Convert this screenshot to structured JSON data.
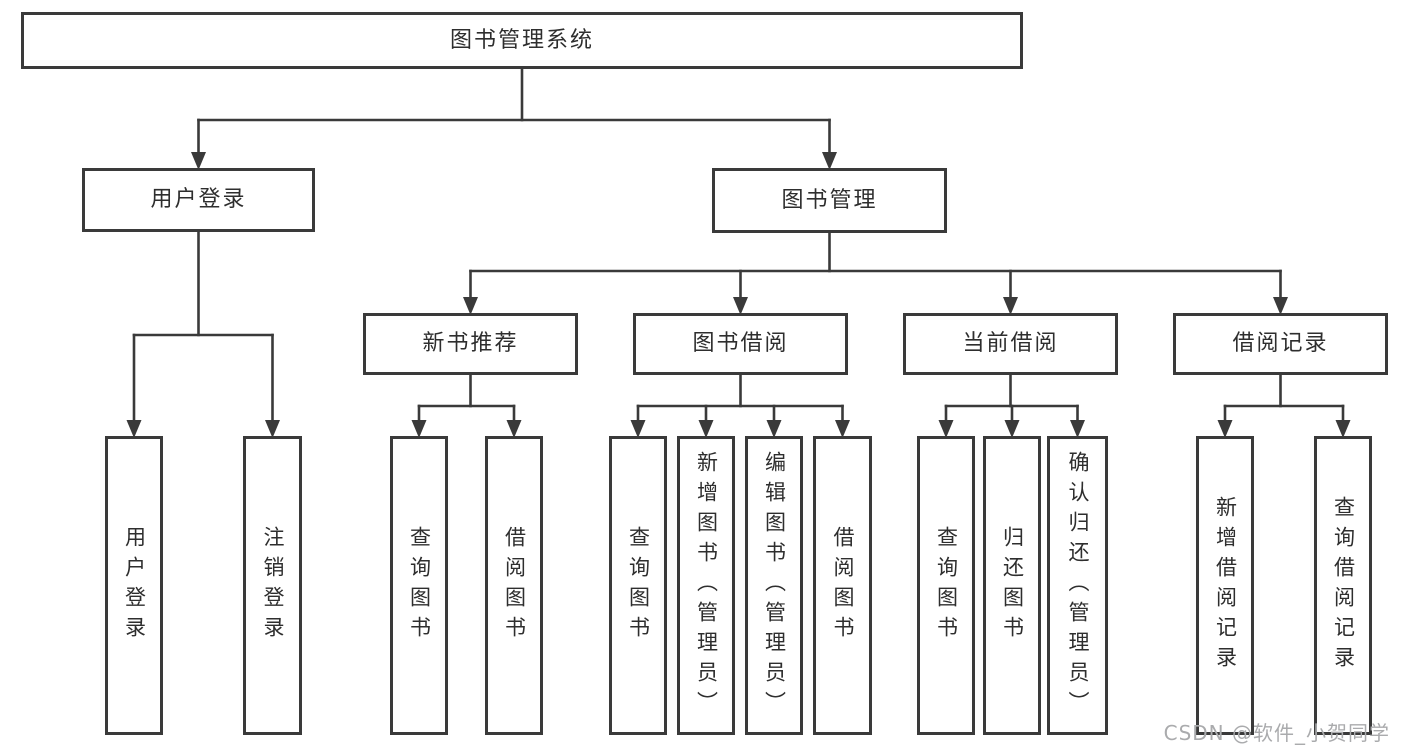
{
  "diagram": {
    "title": "图书管理系统",
    "nodes": [
      {
        "id": "root",
        "label": "图书管理系统",
        "parent": null,
        "orientation": "horizontal"
      },
      {
        "id": "user-login",
        "label": "用户登录",
        "parent": "root",
        "orientation": "horizontal"
      },
      {
        "id": "book-mgmt",
        "label": "图书管理",
        "parent": "root",
        "orientation": "horizontal"
      },
      {
        "id": "login",
        "label": "用户登录",
        "parent": "user-login",
        "orientation": "vertical"
      },
      {
        "id": "logout",
        "label": "注销登录",
        "parent": "user-login",
        "orientation": "vertical"
      },
      {
        "id": "new-book-rec",
        "label": "新书推荐",
        "parent": "book-mgmt",
        "orientation": "horizontal"
      },
      {
        "id": "book-borrow",
        "label": "图书借阅",
        "parent": "book-mgmt",
        "orientation": "horizontal"
      },
      {
        "id": "current-borrow",
        "label": "当前借阅",
        "parent": "book-mgmt",
        "orientation": "horizontal"
      },
      {
        "id": "borrow-records",
        "label": "借阅记录",
        "parent": "book-mgmt",
        "orientation": "horizontal"
      },
      {
        "id": "rec-query-books",
        "label": "查询图书",
        "parent": "new-book-rec",
        "orientation": "vertical"
      },
      {
        "id": "rec-borrow-books",
        "label": "借阅图书",
        "parent": "new-book-rec",
        "orientation": "vertical"
      },
      {
        "id": "bb-query-books",
        "label": "查询图书",
        "parent": "book-borrow",
        "orientation": "vertical"
      },
      {
        "id": "bb-add-books",
        "label": "新增图书（管理员）",
        "parent": "book-borrow",
        "orientation": "vertical"
      },
      {
        "id": "bb-edit-books",
        "label": "编辑图书（管理员）",
        "parent": "book-borrow",
        "orientation": "vertical"
      },
      {
        "id": "bb-borrow-books",
        "label": "借阅图书",
        "parent": "book-borrow",
        "orientation": "vertical"
      },
      {
        "id": "cb-query-books",
        "label": "查询图书",
        "parent": "current-borrow",
        "orientation": "vertical"
      },
      {
        "id": "cb-return-books",
        "label": "归还图书",
        "parent": "current-borrow",
        "orientation": "vertical"
      },
      {
        "id": "cb-confirm-return",
        "label": "确认归还（管理员）",
        "parent": "current-borrow",
        "orientation": "vertical"
      },
      {
        "id": "br-add-record",
        "label": "新增借阅记录",
        "parent": "borrow-records",
        "orientation": "vertical"
      },
      {
        "id": "br-query-record",
        "label": "查询借阅记录",
        "parent": "borrow-records",
        "orientation": "vertical"
      }
    ]
  },
  "watermark": {
    "text": "CSDN @软件_小贺同学"
  },
  "colors": {
    "line": "#3a3a3a",
    "box_border": "#3a3a3a",
    "text": "#2e2e2e",
    "watermark": "#aaabad",
    "background": "#ffffff"
  }
}
